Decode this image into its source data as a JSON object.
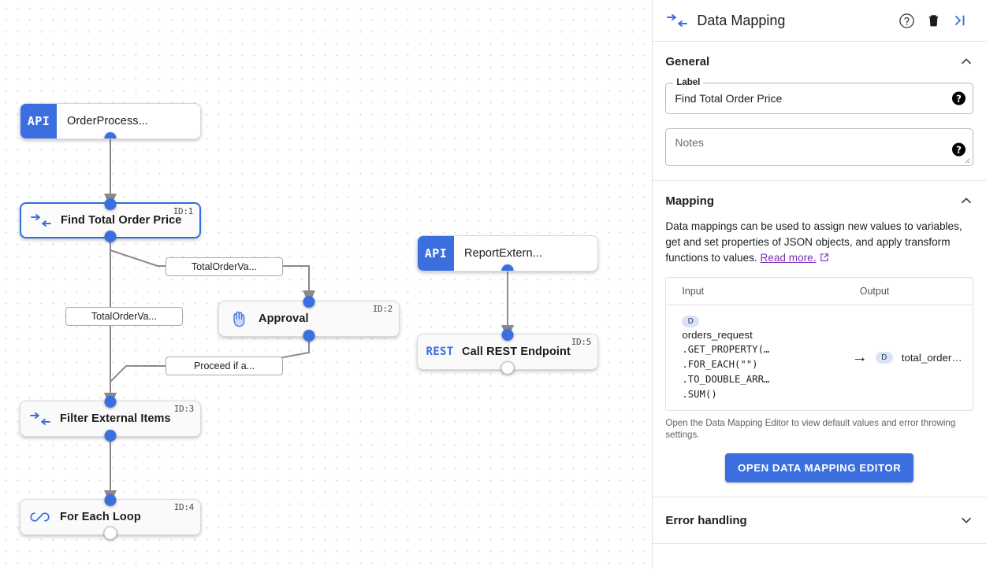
{
  "panel": {
    "title": "Data Mapping",
    "header_icons": {
      "type_icon": "data-mapping-arrows-icon",
      "help": "help-circle-icon",
      "delete": "trash-icon",
      "collapse": "collapse-panel-icon"
    },
    "general": {
      "title": "General",
      "label_field": {
        "legend": "Label",
        "value": "Find Total Order Price"
      },
      "notes_field": {
        "placeholder": "Notes",
        "value": ""
      }
    },
    "mapping": {
      "title": "Mapping",
      "description_before": "Data mappings can be used to assign new values to variables, get and set properties of JSON objects, and apply transform functions to values. ",
      "link_text": "Read more.",
      "columns": {
        "input": "Input",
        "output": "Output"
      },
      "rows": [
        {
          "input_chip": "D",
          "input_name": "orders_request",
          "input_lines": [
            ".GET_PROPERTY(…",
            ".FOR_EACH(\"\")",
            ".TO_DOUBLE_ARR…",
            ".SUM()"
          ],
          "arrow": "→",
          "output_chip": "D",
          "output_name": "total_order…"
        }
      ],
      "footer_note": "Open the Data Mapping Editor to view default values and error throwing settings.",
      "button_label": "OPEN DATA MAPPING EDITOR"
    },
    "error_handling": {
      "title": "Error handling"
    }
  },
  "canvas": {
    "nodes": [
      {
        "id": "",
        "kind": "api",
        "badge": "API",
        "label": "OrderProcess...",
        "icon": "api-badge"
      },
      {
        "id": "ID:1",
        "kind": "task",
        "badge": "",
        "label": "Find Total Order Price",
        "icon": "data-mapping-arrows-icon"
      },
      {
        "id": "ID:2",
        "kind": "task",
        "badge": "",
        "label": "Approval",
        "icon": "hand-raised-icon"
      },
      {
        "id": "ID:3",
        "kind": "task",
        "badge": "",
        "label": "Filter External Items",
        "icon": "data-mapping-arrows-icon"
      },
      {
        "id": "ID:4",
        "kind": "task",
        "badge": "",
        "label": "For Each Loop",
        "icon": "infinity-loop-icon"
      },
      {
        "id": "",
        "kind": "api",
        "badge": "API",
        "label": "ReportExtern...",
        "icon": "api-badge"
      },
      {
        "id": "ID:5",
        "kind": "rest",
        "badge": "REST",
        "label": "Call REST Endpoint",
        "icon": "rest-badge"
      }
    ],
    "edge_labels": [
      {
        "text": "TotalOrderVa..."
      },
      {
        "text": "TotalOrderVa..."
      },
      {
        "text": "Proceed if a..."
      }
    ]
  },
  "colors": {
    "accent": "#3b6fe0",
    "link": "#7b2fb5",
    "chip": "#dbe3f7",
    "edge": "#8a8a8a"
  }
}
